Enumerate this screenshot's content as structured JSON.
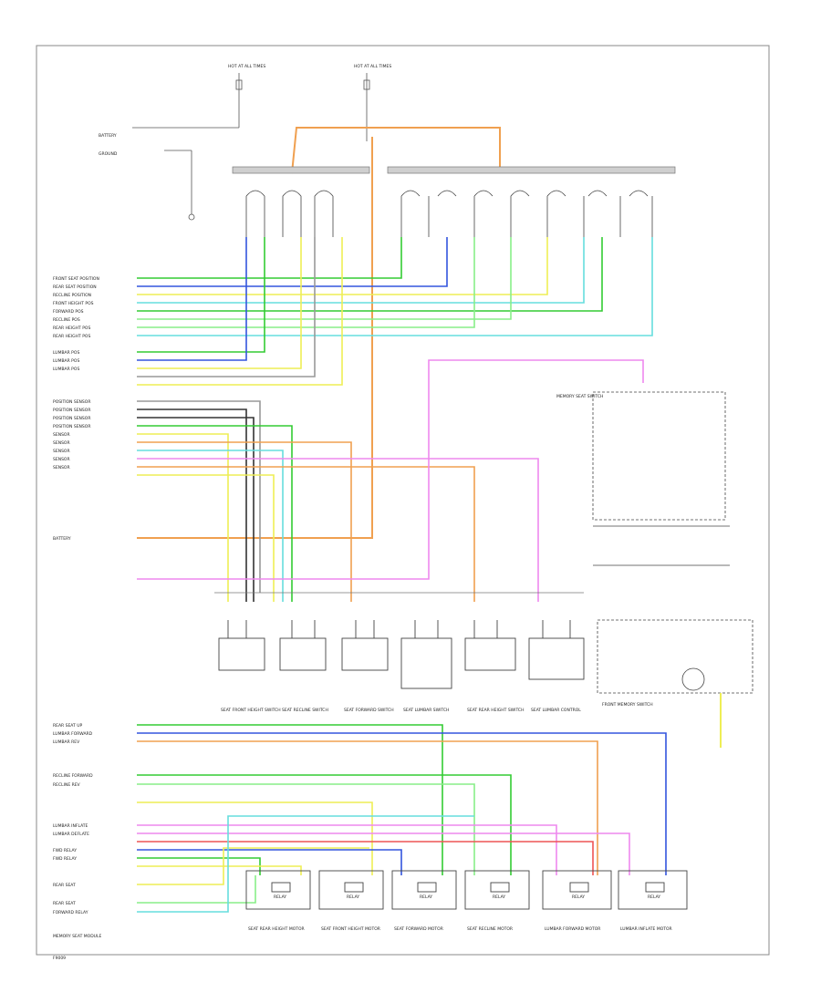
{
  "diagram": {
    "top_labels": {
      "hot_left": "HOT AT ALL TIMES",
      "hot_right": "HOT AT ALL TIMES"
    },
    "left_labels": {
      "battery": "BATTERY",
      "ground": "GROUND",
      "battery_mid": "BATTERY",
      "pin_rows": [
        "FRONT SEAT POSITION",
        "REAR SEAT POSITION",
        "RECLINE POSITION",
        "FRONT HEIGHT POS",
        "FORWARD POS",
        "RECLINE POS",
        "REAR HEIGHT POS",
        "REAR HEIGHT POS",
        "LUMBAR POS",
        "LUMBAR POS",
        "LUMBAR POS",
        "POSITION SENSOR",
        "POSITION SENSOR",
        "POSITION SENSOR",
        "POSITION SENSOR",
        "SENSOR",
        "SENSOR",
        "SENSOR",
        "SENSOR",
        "SENSOR"
      ],
      "lower_rows": [
        "REAR SEAT UP",
        "LUMBAR FORWARD",
        "LUMBAR REV",
        "RECLINE FORWARD",
        "RECLINE REV",
        "LUMBAR INFLATE",
        "LUMBAR DEFLATE",
        "FWD RELAY",
        "FWD RELAY",
        "REAR SEAT",
        "REAR SEAT",
        "FORWARD RELAY"
      ],
      "bottom_note": "MEMORY SEAT MODULE"
    },
    "fig": "F9009",
    "components": [
      "SEAT FRONT HEIGHT SWITCH",
      "SEAT RECLINE SWITCH",
      "SEAT FORWARD SWITCH",
      "SEAT LUMBAR SWITCH",
      "SEAT REAR HEIGHT SWITCH",
      "SEAT LUMBAR CONTROL"
    ],
    "relays": [
      "SEAT REAR HEIGHT MOTOR",
      "SEAT FRONT HEIGHT MOTOR",
      "SEAT FORWARD MOTOR",
      "SEAT RECLINE MOTOR",
      "LUMBAR FORWARD MOTOR",
      "LUMBAR INFLATE MOTOR"
    ],
    "relay_text": "RELAY",
    "right_module": "MEMORY SEAT SWITCH",
    "right_caption": "FRONT MEMORY SWITCH",
    "colors": {
      "green": "#33cc33",
      "blue": "#3355dd",
      "yellow": "#eeee55",
      "cyan": "#66dddd",
      "orange": "#f0a050",
      "pink": "#ee88ee",
      "black": "#333333",
      "gray": "#999999",
      "lightgreen": "#88ee88",
      "tan": "#e8c080",
      "red": "#ee5555"
    }
  }
}
